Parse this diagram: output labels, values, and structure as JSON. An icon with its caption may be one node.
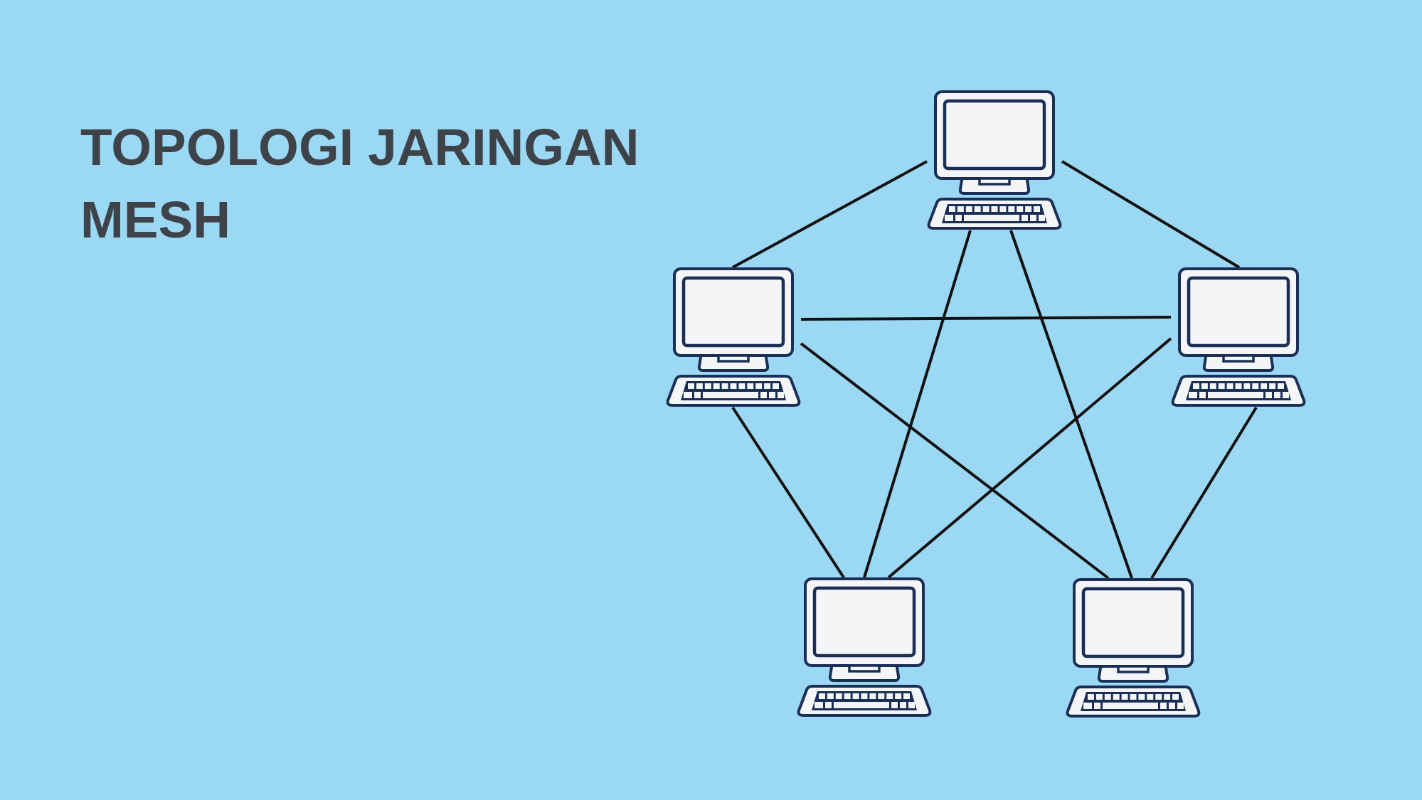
{
  "diagram": {
    "title": "TOPOLOGI JARINGAN MESH",
    "nodes": [
      {
        "text": [],
        "shape": "computer"
      },
      {
        "text": [],
        "shape": "computer"
      },
      {
        "text": [],
        "shape": "computer"
      },
      {
        "text": [],
        "shape": "computer"
      },
      {
        "text": [],
        "shape": "computer"
      }
    ],
    "edges": [
      {
        "from": 0,
        "to": 1,
        "arrow": "none"
      },
      {
        "from": 0,
        "to": 2,
        "arrow": "none"
      },
      {
        "from": 1,
        "to": 2,
        "arrow": "none"
      },
      {
        "from": 0,
        "to": 3,
        "arrow": "none"
      },
      {
        "from": 0,
        "to": 4,
        "arrow": "none"
      },
      {
        "from": 1,
        "to": 3,
        "arrow": "none"
      },
      {
        "from": 1,
        "to": 4,
        "arrow": "none"
      },
      {
        "from": 2,
        "to": 3,
        "arrow": "none"
      },
      {
        "from": 2,
        "to": 4,
        "arrow": "none"
      }
    ]
  }
}
